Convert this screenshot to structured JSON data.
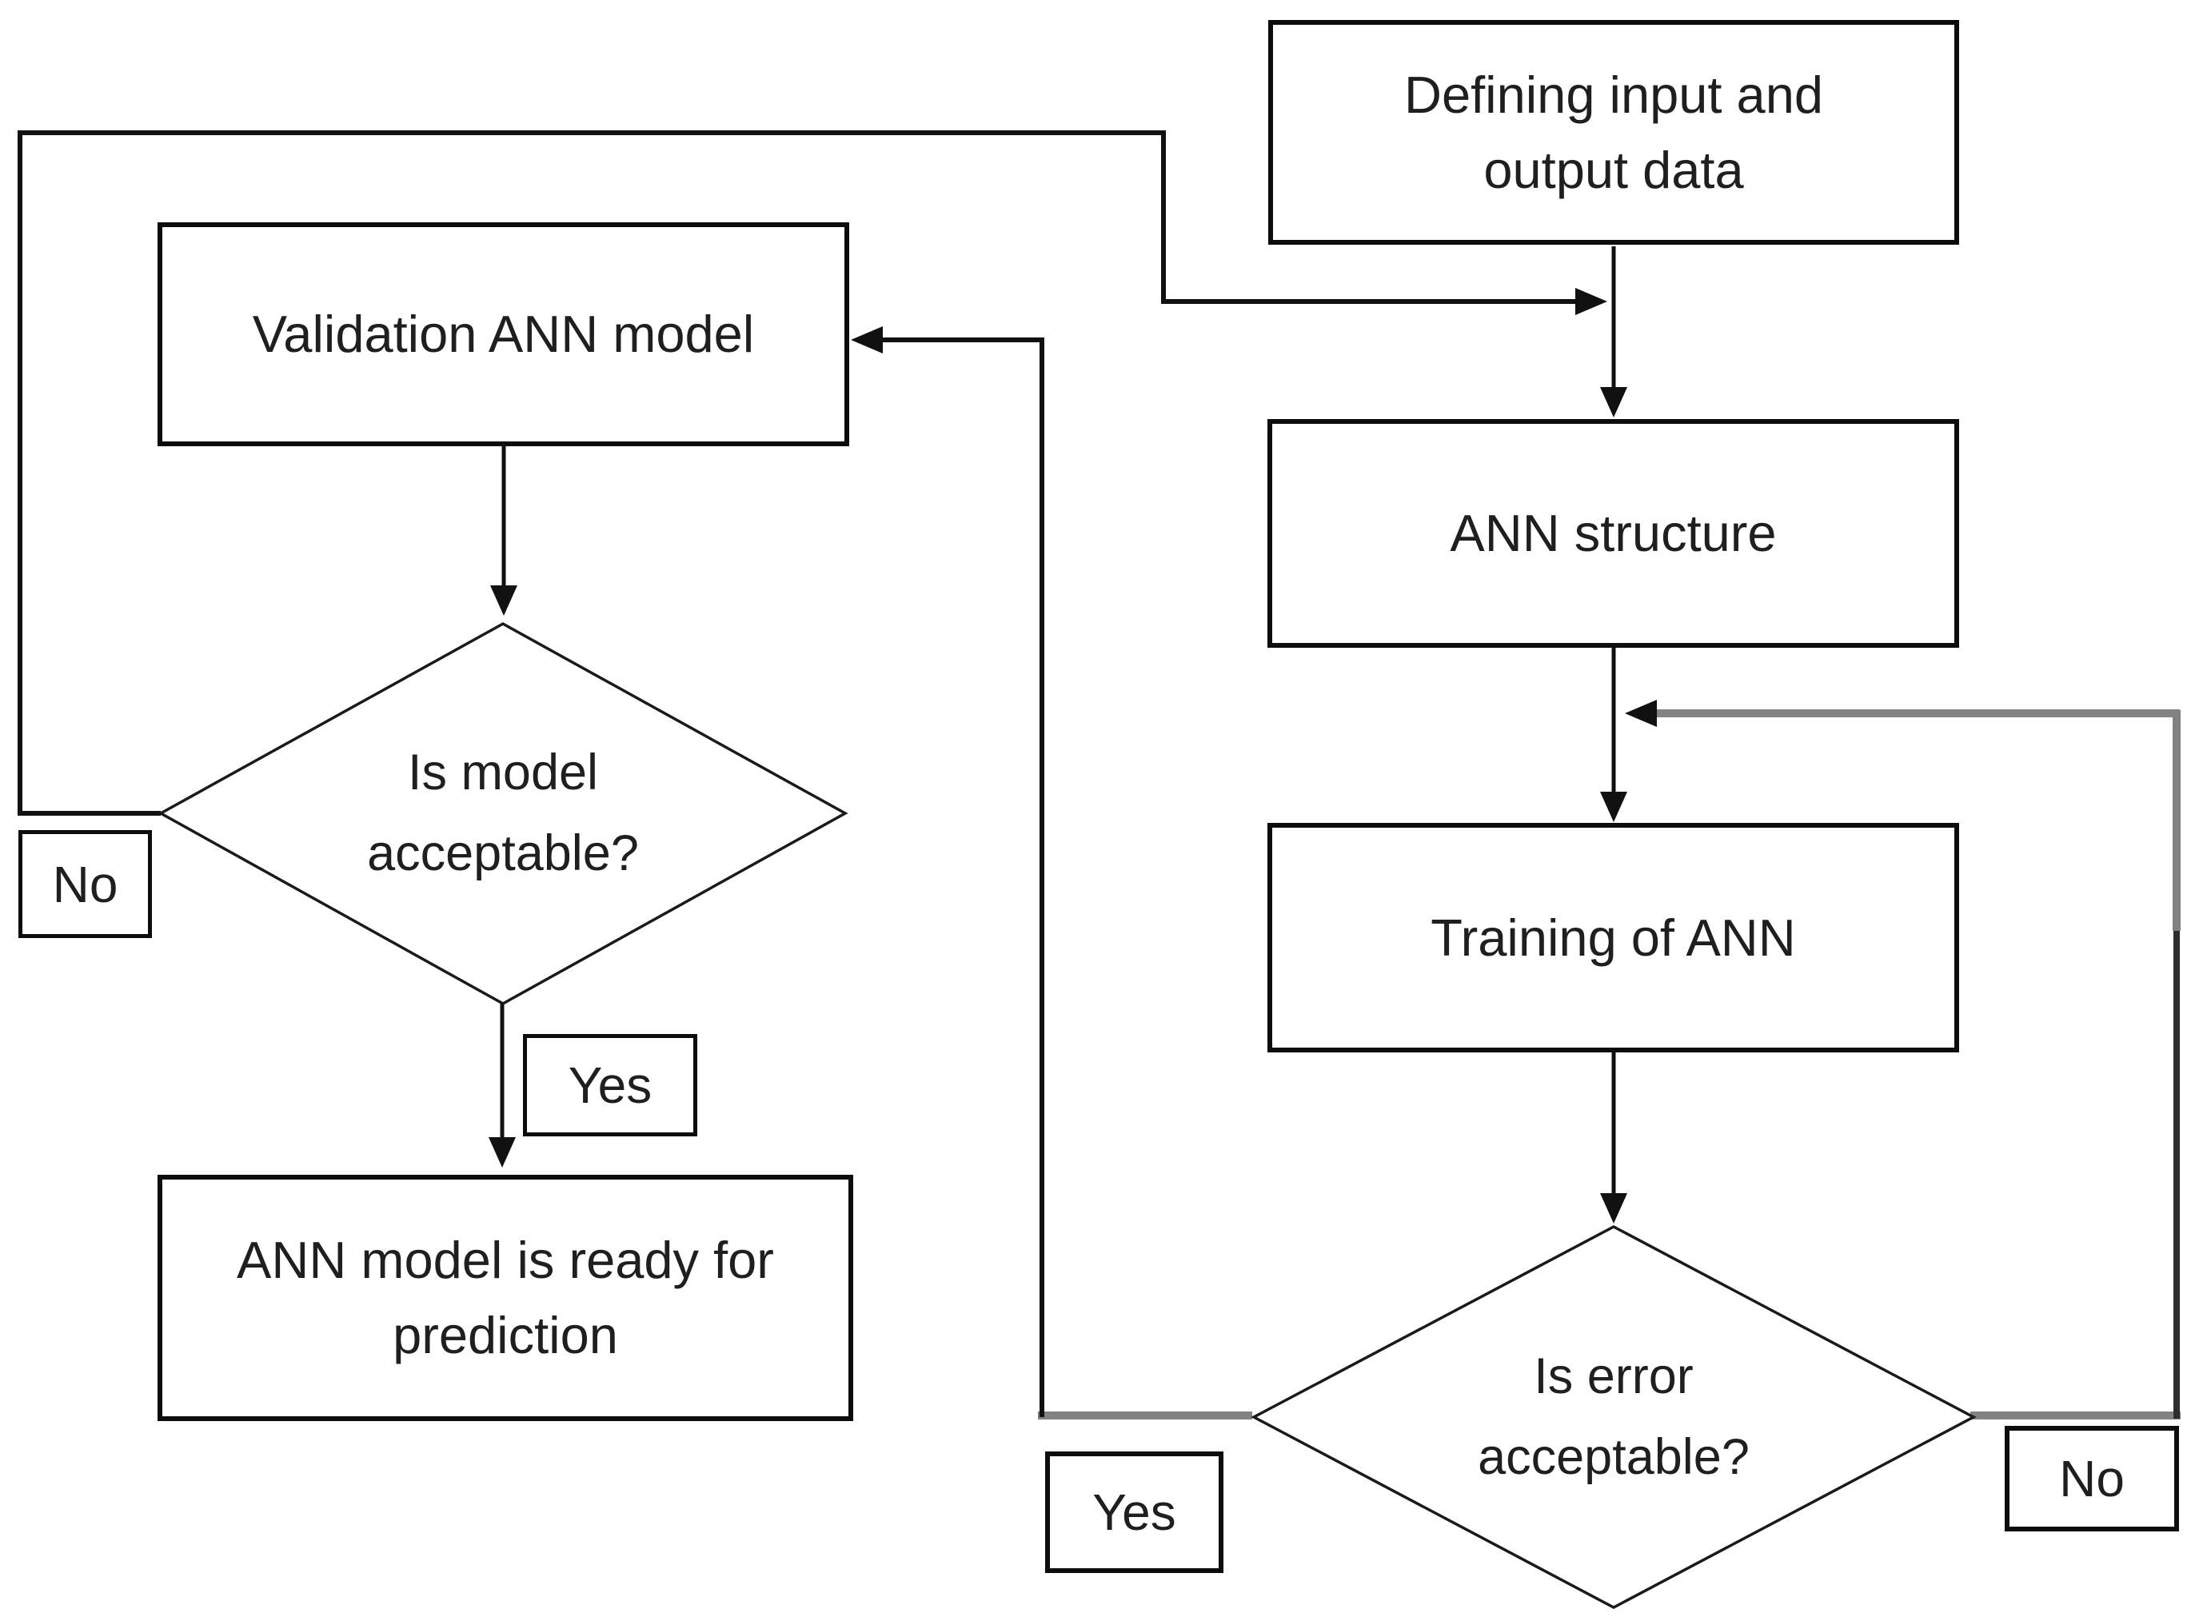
{
  "flowchart": {
    "nodes": {
      "defining_io": {
        "lines": [
          "Defining input and",
          "output data"
        ]
      },
      "ann_structure": {
        "lines": [
          "ANN structure"
        ]
      },
      "training": {
        "lines": [
          "Training of ANN"
        ]
      },
      "error_decision": {
        "lines": [
          "Is error",
          "acceptable?"
        ],
        "yes_label": "Yes",
        "no_label": "No"
      },
      "validation": {
        "lines": [
          "Validation ANN model"
        ]
      },
      "model_decision": {
        "lines": [
          "Is model",
          "acceptable?"
        ],
        "yes_label": "Yes",
        "no_label": "No"
      },
      "ready": {
        "lines": [
          "ANN model is ready for",
          "prediction"
        ]
      }
    },
    "colors": {
      "background": "#ffffff",
      "box_border": "#0d0d0d",
      "flow_line": "#111111",
      "loop_gray": "#828282",
      "loop_dark": "#2e2e2e",
      "text": "#1f1f1f"
    }
  }
}
